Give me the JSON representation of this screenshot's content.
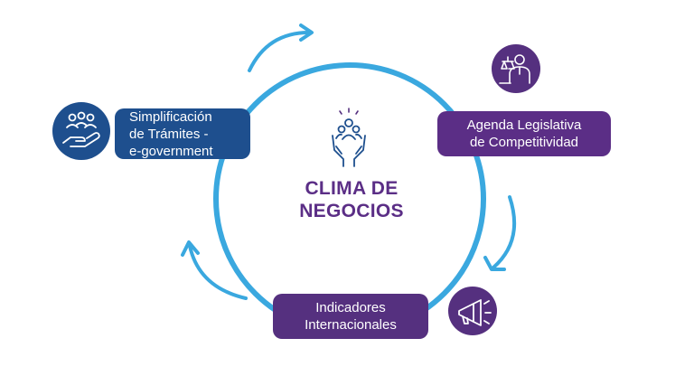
{
  "center": {
    "title_line1": "CLIMA DE",
    "title_line2": "NEGOCIOS",
    "icon": "hands-holding-people-icon"
  },
  "nodes": [
    {
      "lines": [
        "Simplificación",
        "de Trámites -",
        "e-government"
      ],
      "icon": "hand-people-icon"
    },
    {
      "lines": [
        "Agenda Legislativa",
        "de Competitividad"
      ],
      "icon": "legislator-justice-icon"
    },
    {
      "lines": [
        "Indicadores",
        "Internacionales"
      ],
      "icon": "megaphone-icon"
    }
  ],
  "colors": {
    "ring": "#3aa8df",
    "arrow": "#3aa8df",
    "simplificacion": "#1e4f8e",
    "agenda": "#5b2e86",
    "indicadores": "#55307f",
    "icon_bg": "#55307f",
    "title": "#5b2e86"
  }
}
